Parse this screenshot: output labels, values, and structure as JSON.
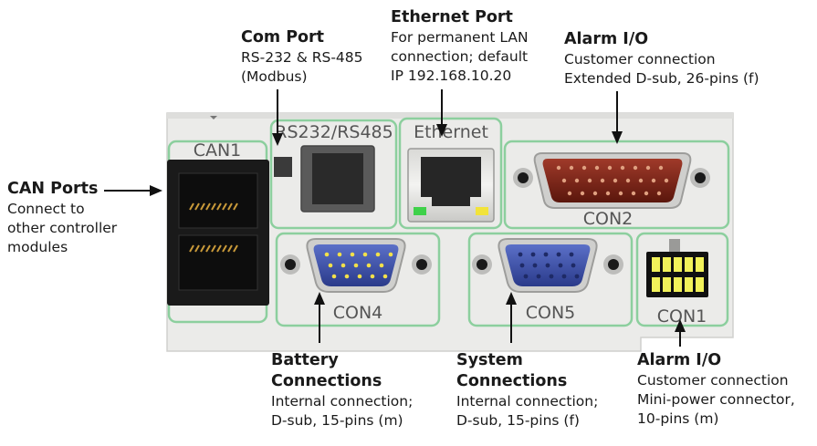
{
  "callouts": {
    "com_port": {
      "title": "Com Port",
      "lines": [
        "RS-232 & RS-485",
        "(Modbus)"
      ]
    },
    "ethernet_port": {
      "title": "Ethernet Port",
      "lines": [
        "For permanent LAN",
        "connection; default",
        "IP 192.168.10.20"
      ]
    },
    "alarm_io_top": {
      "title": "Alarm I/O",
      "lines": [
        "Customer connection",
        "Extended D-sub, 26-pins (f)"
      ]
    },
    "can_ports": {
      "title": "CAN Ports",
      "lines": [
        "Connect to",
        "other controller",
        "modules"
      ]
    },
    "battery": {
      "title_lines": [
        "Battery",
        "Connections"
      ],
      "lines": [
        "Internal connection;",
        "D-sub, 15-pins (m)"
      ]
    },
    "system": {
      "title_lines": [
        "System",
        "Connections"
      ],
      "lines": [
        "Internal connection;",
        "D-sub, 15-pins (f)"
      ]
    },
    "alarm_io_bottom": {
      "title": "Alarm I/O",
      "lines": [
        "Customer connection",
        "Mini-power connector,",
        "10-pins (m)"
      ]
    }
  },
  "ports": {
    "can1": "CAN1",
    "rs": "RS232/RS485",
    "ethernet": "Ethernet",
    "con2": "CON2",
    "con4": "CON4",
    "con5": "CON5",
    "con1": "CON1"
  },
  "colors": {
    "outline_green": "#8ccf9e",
    "panel": "#ececea",
    "dsub_blue": "#3a4fa8",
    "dsub_red": "#7a1f14",
    "led_green": "#3fd14a",
    "led_yellow": "#f2e33a"
  }
}
